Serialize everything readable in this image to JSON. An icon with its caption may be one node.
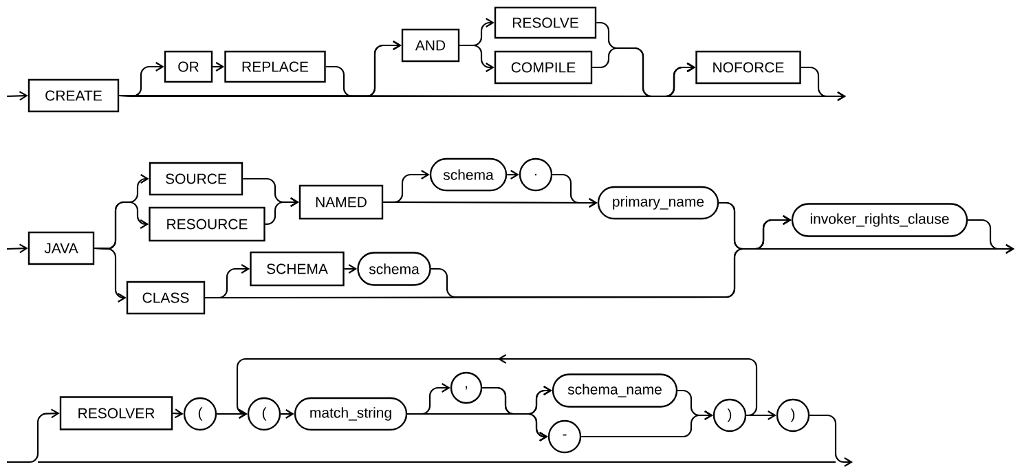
{
  "diagram": {
    "nodes": [
      {
        "text": [
          "CREATE"
        ]
      },
      {
        "text": [
          "OR"
        ]
      },
      {
        "text": [
          "REPLACE"
        ]
      },
      {
        "text": [
          "AND"
        ]
      },
      {
        "text": [
          "RESOLVE"
        ]
      },
      {
        "text": [
          "COMPILE"
        ]
      },
      {
        "text": [
          "NOFORCE"
        ]
      },
      {
        "text": [
          "JAVA"
        ]
      },
      {
        "text": [
          "SOURCE"
        ]
      },
      {
        "text": [
          "RESOURCE"
        ]
      },
      {
        "text": [
          "NAMED"
        ]
      },
      {
        "text": [
          "schema"
        ]
      },
      {
        "text": [
          "."
        ]
      },
      {
        "text": [
          "primary_name"
        ]
      },
      {
        "text": [
          "CLASS"
        ]
      },
      {
        "text": [
          "SCHEMA"
        ]
      },
      {
        "text": [
          "schema"
        ]
      },
      {
        "text": [
          "invoker_rights_clause"
        ]
      },
      {
        "text": [
          "RESOLVER"
        ]
      },
      {
        "text": [
          "("
        ]
      },
      {
        "text": [
          "("
        ]
      },
      {
        "text": [
          "match_string"
        ]
      },
      {
        "text": [
          ","
        ]
      },
      {
        "text": [
          "schema_name"
        ]
      },
      {
        "text": [
          "-"
        ]
      },
      {
        "text": [
          ")"
        ]
      },
      {
        "text": [
          ")"
        ]
      }
    ],
    "edges": [
      {
        "from": null,
        "to": 0,
        "arrow": "to"
      },
      {
        "from": 0,
        "to": 1,
        "arrow": "to"
      },
      {
        "from": 1,
        "to": 2,
        "arrow": "to"
      },
      {
        "from": 2,
        "to": 3,
        "arrow": "to"
      },
      {
        "from": 0,
        "to": 3,
        "arrow": "to"
      },
      {
        "from": 3,
        "to": 4,
        "arrow": "to"
      },
      {
        "from": 3,
        "to": 5,
        "arrow": "to"
      },
      {
        "from": 4,
        "to": 6,
        "arrow": "to"
      },
      {
        "from": 5,
        "to": 6,
        "arrow": "to"
      },
      {
        "from": 0,
        "to": 6,
        "arrow": "to"
      },
      {
        "from": 6,
        "to": null,
        "arrow": "to"
      },
      {
        "from": 0,
        "to": null,
        "arrow": "to"
      },
      {
        "from": null,
        "to": 7,
        "arrow": "to"
      },
      {
        "from": 7,
        "to": 8,
        "arrow": "to"
      },
      {
        "from": 7,
        "to": 9,
        "arrow": "to"
      },
      {
        "from": 7,
        "to": 14,
        "arrow": "to"
      },
      {
        "from": 8,
        "to": 10,
        "arrow": "to"
      },
      {
        "from": 9,
        "to": 10,
        "arrow": "to"
      },
      {
        "from": 10,
        "to": 11,
        "arrow": "to"
      },
      {
        "from": 11,
        "to": 12,
        "arrow": "to"
      },
      {
        "from": 12,
        "to": 13,
        "arrow": "to"
      },
      {
        "from": 10,
        "to": 13,
        "arrow": "to"
      },
      {
        "from": 14,
        "to": 15,
        "arrow": "to"
      },
      {
        "from": 15,
        "to": 16,
        "arrow": "to"
      },
      {
        "from": 16,
        "to": 17,
        "arrow": "to"
      },
      {
        "from": 14,
        "to": 17,
        "arrow": "to"
      },
      {
        "from": 13,
        "to": 17,
        "arrow": "to"
      },
      {
        "from": 17,
        "to": null,
        "arrow": "to"
      },
      {
        "from": 13,
        "to": null,
        "arrow": "to"
      },
      {
        "from": null,
        "to": 18,
        "arrow": "to"
      },
      {
        "from": 18,
        "to": 19,
        "arrow": "to"
      },
      {
        "from": 19,
        "to": 20,
        "arrow": "to"
      },
      {
        "from": 20,
        "to": 21,
        "arrow": "to"
      },
      {
        "from": 21,
        "to": 22,
        "arrow": "to"
      },
      {
        "from": 21,
        "to": 23,
        "arrow": "to"
      },
      {
        "from": 21,
        "to": 24,
        "arrow": "to"
      },
      {
        "from": 22,
        "to": 23,
        "arrow": "to"
      },
      {
        "from": 22,
        "to": 24,
        "arrow": "to"
      },
      {
        "from": 23,
        "to": 25,
        "arrow": "to"
      },
      {
        "from": 24,
        "to": 25,
        "arrow": "to"
      },
      {
        "from": 25,
        "to": 20,
        "arrow": "to"
      },
      {
        "from": 25,
        "to": 26,
        "arrow": "to"
      },
      {
        "from": 26,
        "to": null,
        "arrow": "to"
      }
    ]
  }
}
